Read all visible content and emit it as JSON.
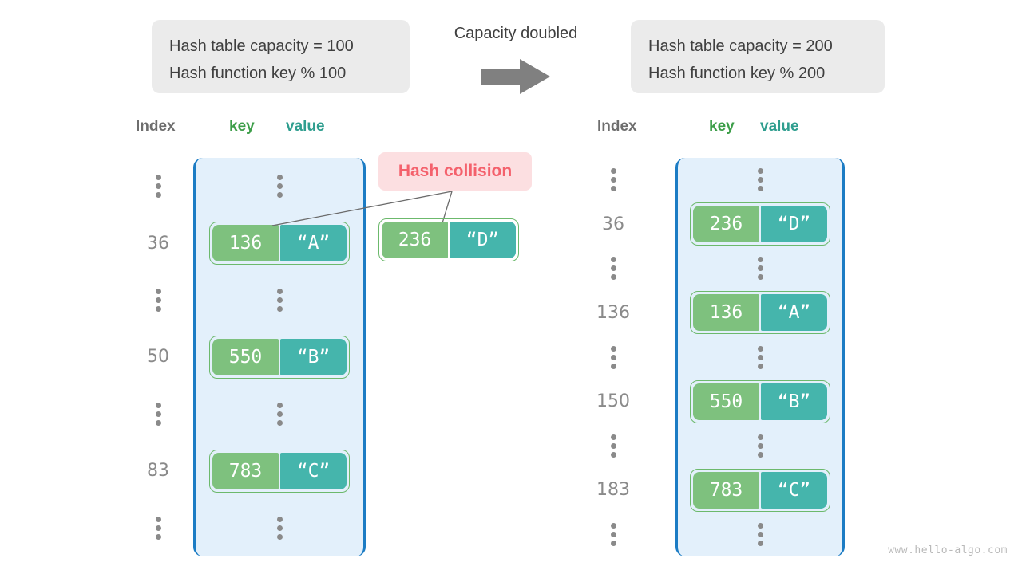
{
  "watermark": "www.hello-algo.com",
  "transition": {
    "label": "Capacity doubled",
    "arrow_icon": "arrow-right-icon",
    "arrow_color": "#808080"
  },
  "colors": {
    "table_fill": "#e3f0fb",
    "table_border": "#1c7cc4",
    "key_cell": "#7ec17e",
    "value_cell": "#45b5ac",
    "pair_border": "#6cb96c",
    "index_text": "#8a8a8a",
    "collision_bg": "#fcdfe1",
    "collision_text": "#f4616c",
    "info_bg": "#ebebeb",
    "header_key": "#3d9e49",
    "header_value": "#2f9e8f",
    "header_index": "#6e6e6e"
  },
  "left": {
    "info": {
      "line1": "Hash table capacity = 100",
      "line2": "Hash function key % 100"
    },
    "headers": {
      "index": "Index",
      "key": "key",
      "value": "value"
    },
    "rows": [
      {
        "index": "⋮",
        "type": "dots"
      },
      {
        "index": "36",
        "type": "entry",
        "key": "136",
        "value": "“A”"
      },
      {
        "index": "⋮",
        "type": "dots"
      },
      {
        "index": "50",
        "type": "entry",
        "key": "550",
        "value": "“B”"
      },
      {
        "index": "⋮",
        "type": "dots"
      },
      {
        "index": "83",
        "type": "entry",
        "key": "783",
        "value": "“C”"
      },
      {
        "index": "⋮",
        "type": "dots"
      }
    ]
  },
  "right": {
    "info": {
      "line1": "Hash table capacity = 200",
      "line2": "Hash function key % 200"
    },
    "headers": {
      "index": "Index",
      "key": "key",
      "value": "value"
    },
    "rows": [
      {
        "index": "⋮",
        "type": "dots"
      },
      {
        "index": "36",
        "type": "entry",
        "key": "236",
        "value": "“D”"
      },
      {
        "index": "⋮",
        "type": "dots"
      },
      {
        "index": "136",
        "type": "entry",
        "key": "136",
        "value": "“A”"
      },
      {
        "index": "⋮",
        "type": "dots"
      },
      {
        "index": "150",
        "type": "entry",
        "key": "550",
        "value": "“B”"
      },
      {
        "index": "⋮",
        "type": "dots"
      },
      {
        "index": "183",
        "type": "entry",
        "key": "783",
        "value": "“C”"
      },
      {
        "index": "⋮",
        "type": "dots"
      }
    ]
  },
  "collision": {
    "label": "Hash collision",
    "pair": {
      "key": "236",
      "value": "“D”"
    }
  }
}
